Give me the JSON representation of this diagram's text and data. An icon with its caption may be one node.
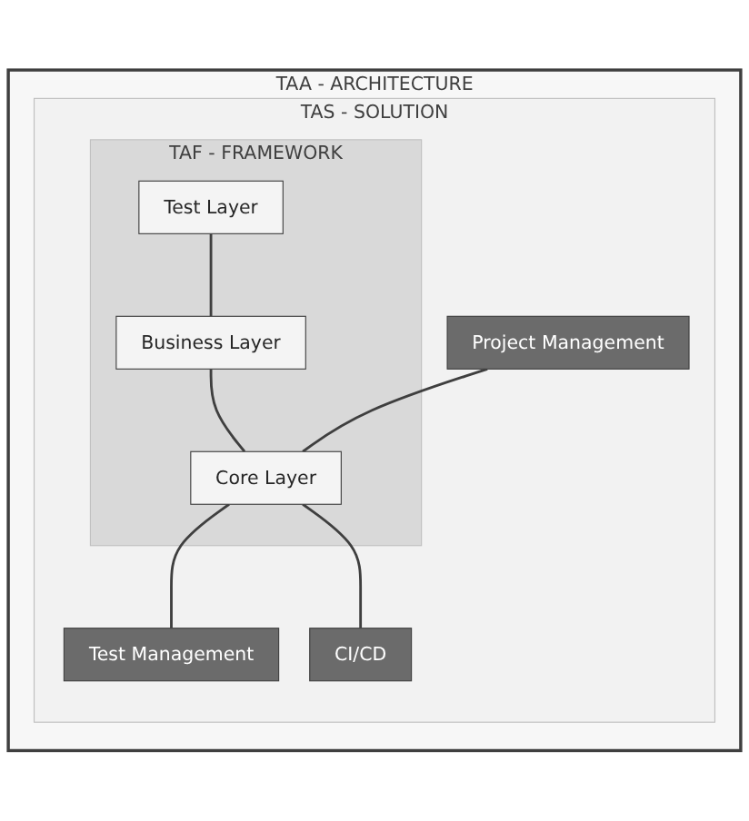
{
  "diagram": {
    "nodes": [
      {
        "text": [
          "TAA - ARCHITECTURE"
        ]
      },
      {
        "text": [
          "TAS - SOLUTION"
        ],
        "in": 0
      },
      {
        "text": [
          "Project Management"
        ],
        "in": 1
      },
      {
        "text": [
          "TAF - FRAMEWORK"
        ],
        "in": 1
      },
      {
        "text": [
          "Test Layer"
        ],
        "in": 3
      },
      {
        "text": [
          "Business Layer"
        ],
        "in": 3
      },
      {
        "text": [
          "Core Layer"
        ],
        "in": 3
      },
      {
        "text": [
          "Test Management"
        ],
        "in": 1
      },
      {
        "text": [
          "CI/CD"
        ],
        "in": 1
      }
    ],
    "edges": [
      {
        "from": 4,
        "to": 5,
        "arrow": "none"
      },
      {
        "from": 5,
        "to": 6,
        "arrow": "none"
      },
      {
        "from": 2,
        "to": 6,
        "arrow": "none"
      },
      {
        "from": 6,
        "to": 7,
        "arrow": "none"
      },
      {
        "from": 6,
        "to": 8,
        "arrow": "none"
      }
    ]
  }
}
